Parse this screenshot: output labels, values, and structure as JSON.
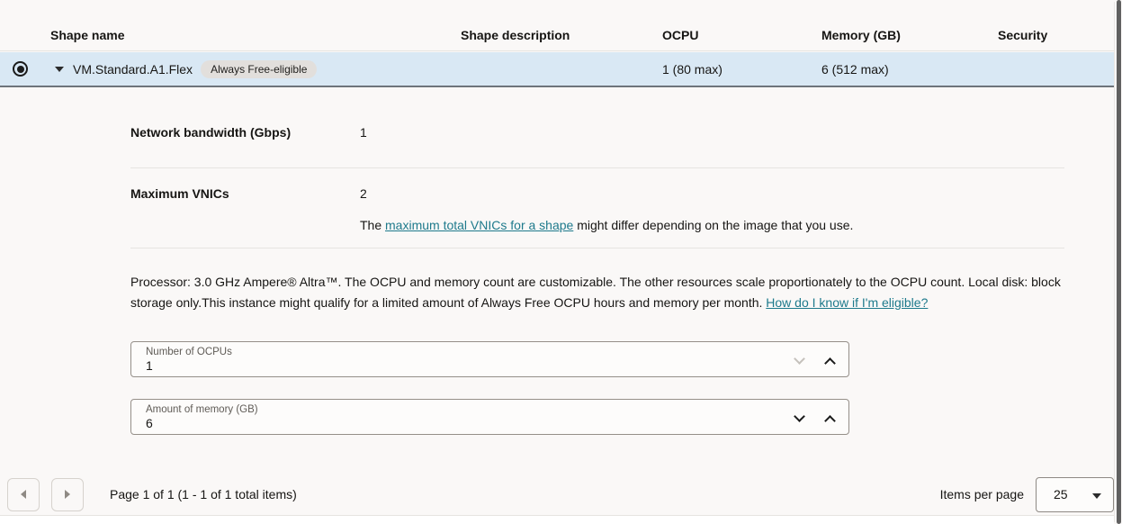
{
  "table": {
    "headers": {
      "shape_name": "Shape name",
      "shape_description": "Shape description",
      "ocpu": "OCPU",
      "memory": "Memory (GB)",
      "security": "Security"
    },
    "row": {
      "name": "VM.Standard.A1.Flex",
      "badge": "Always Free-eligible",
      "ocpu": "1 (80 max)",
      "memory": "6 (512 max)",
      "selected": true
    }
  },
  "details": {
    "network_bandwidth": {
      "label": "Network bandwidth (Gbps)",
      "value": "1"
    },
    "max_vnics": {
      "label": "Maximum VNICs",
      "value": "2"
    },
    "vnics_note": {
      "prefix": "The ",
      "link": "maximum total VNICs for a shape",
      "suffix": " might differ depending on the image that you use."
    },
    "processor_text": "Processor: 3.0 GHz Ampere® Altra™. The OCPU and memory count are customizable. The other resources scale proportionately to the OCPU count. Local disk: block storage only.This instance might qualify for a limited amount of Always Free OCPU hours and memory per month. ",
    "eligible_link": "How do I know if I'm eligible?",
    "ocpu_spinner": {
      "label": "Number of OCPUs",
      "value": "1"
    },
    "memory_spinner": {
      "label": "Amount of memory (GB)",
      "value": "6"
    }
  },
  "footer": {
    "page_text": "Page 1 of 1 (1 - 1 of 1 total items)",
    "items_per_page_label": "Items per page",
    "items_per_page_value": "25"
  },
  "colors": {
    "selected_row_bg": "#d9e8f4",
    "link": "#1e7a8c",
    "page_bg": "#faf8f7",
    "row_border": "#6e747b"
  }
}
